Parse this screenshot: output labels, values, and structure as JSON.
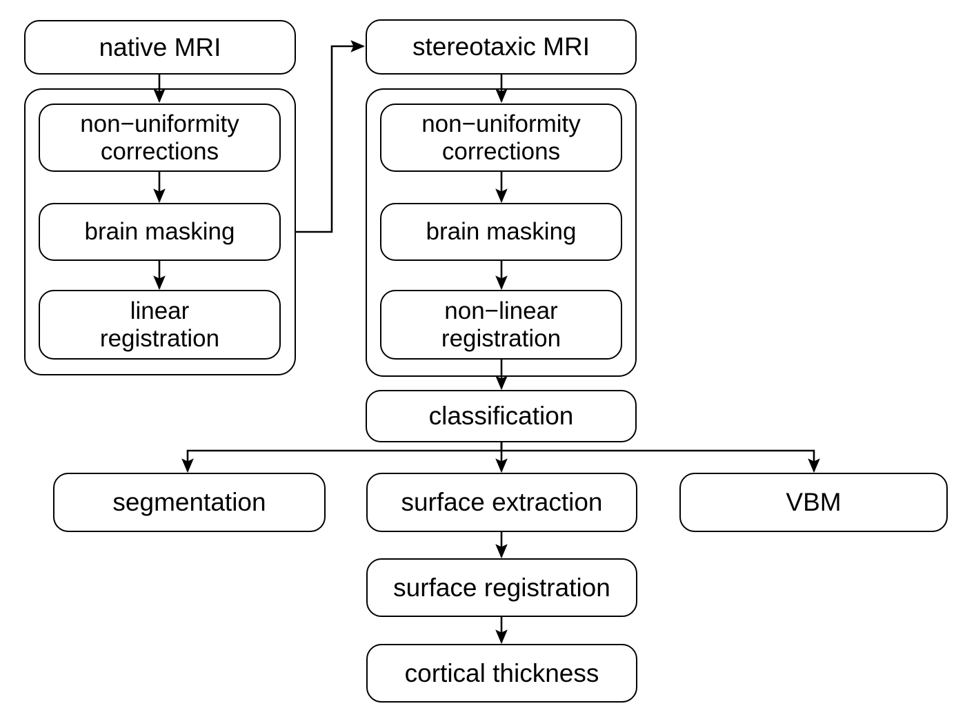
{
  "diagram": {
    "title": "MRI processing pipeline flowchart",
    "stroke_color": "#000000",
    "background_color": "#ffffff",
    "groups": [
      {
        "id": "native-group",
        "label": ""
      },
      {
        "id": "stereotaxic-group",
        "label": ""
      }
    ],
    "nodes": {
      "native_mri": "native MRI",
      "stereotaxic_mri": "stereotaxic MRI",
      "nu_corrections_left": "non−uniformity\ncorrections",
      "brain_masking_left": "brain masking",
      "linear_registration": "linear\nregistration",
      "nu_corrections_right": "non−uniformity\ncorrections",
      "brain_masking_right": "brain masking",
      "nonlinear_registration": "non−linear\nregistration",
      "classification": "classification",
      "segmentation": "segmentation",
      "surface_extraction": "surface extraction",
      "vbm": "VBM",
      "surface_registration": "surface registration",
      "cortical_thickness": "cortical thickness"
    },
    "edges": [
      {
        "from": "native_mri",
        "to": "nu_corrections_left",
        "style": "arrow"
      },
      {
        "from": "nu_corrections_left",
        "to": "brain_masking_left",
        "style": "arrow"
      },
      {
        "from": "brain_masking_left",
        "to": "linear_registration",
        "style": "arrow"
      },
      {
        "from": "native_group",
        "to": "stereotaxic_mri",
        "style": "elbow-arrow"
      },
      {
        "from": "stereotaxic_mri",
        "to": "nu_corrections_right",
        "style": "arrow"
      },
      {
        "from": "nu_corrections_right",
        "to": "brain_masking_right",
        "style": "arrow"
      },
      {
        "from": "brain_masking_right",
        "to": "nonlinear_registration",
        "style": "arrow"
      },
      {
        "from": "nonlinear_registration",
        "to": "classification",
        "style": "arrow"
      },
      {
        "from": "classification",
        "to": "segmentation",
        "style": "bus-arrow"
      },
      {
        "from": "classification",
        "to": "surface_extraction",
        "style": "bus-arrow"
      },
      {
        "from": "classification",
        "to": "vbm",
        "style": "bus-arrow"
      },
      {
        "from": "surface_extraction",
        "to": "surface_registration",
        "style": "arrow"
      },
      {
        "from": "surface_registration",
        "to": "cortical_thickness",
        "style": "arrow"
      }
    ]
  }
}
